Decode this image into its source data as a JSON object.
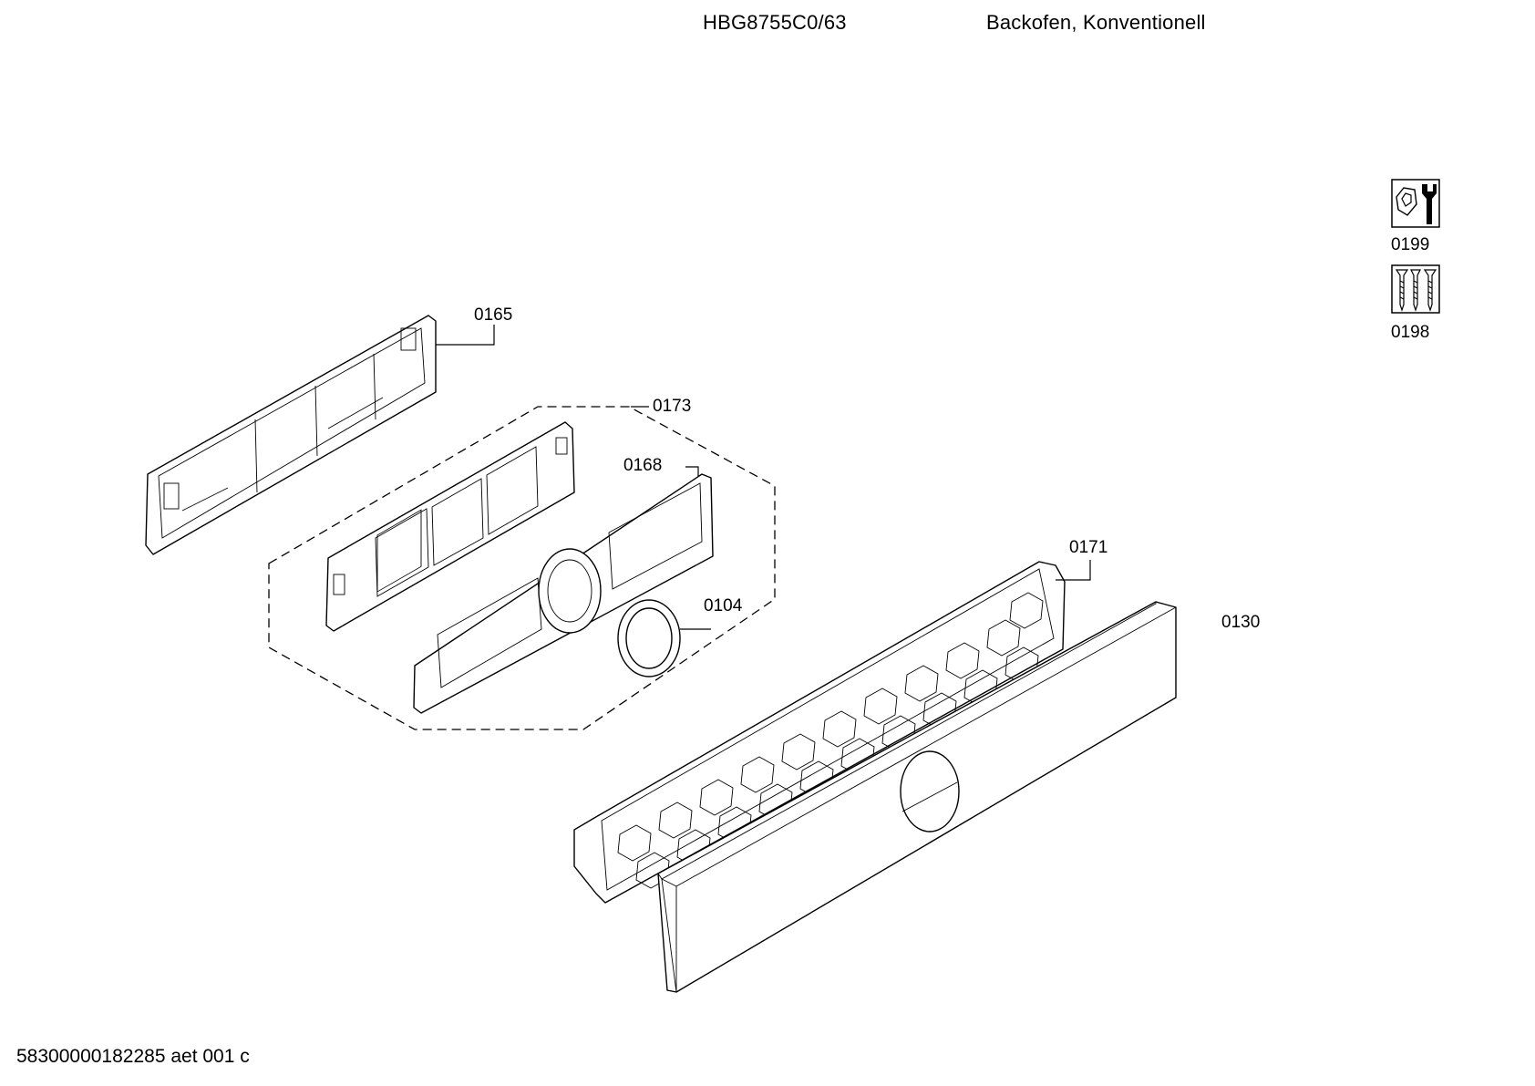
{
  "header": {
    "model": "HBG8755C0/63",
    "description": "Backofen, Konventionell"
  },
  "footer": {
    "doc_code": "58300000182285 aet 001 c"
  },
  "callouts": {
    "p0165": "0165",
    "p0173": "0173",
    "p0168": "0168",
    "p0104": "0104",
    "p0171": "0171",
    "p0130": "0130"
  },
  "side_icons": [
    {
      "label": "0199",
      "icon": "tools-icon"
    },
    {
      "label": "0198",
      "icon": "screws-icon"
    }
  ]
}
